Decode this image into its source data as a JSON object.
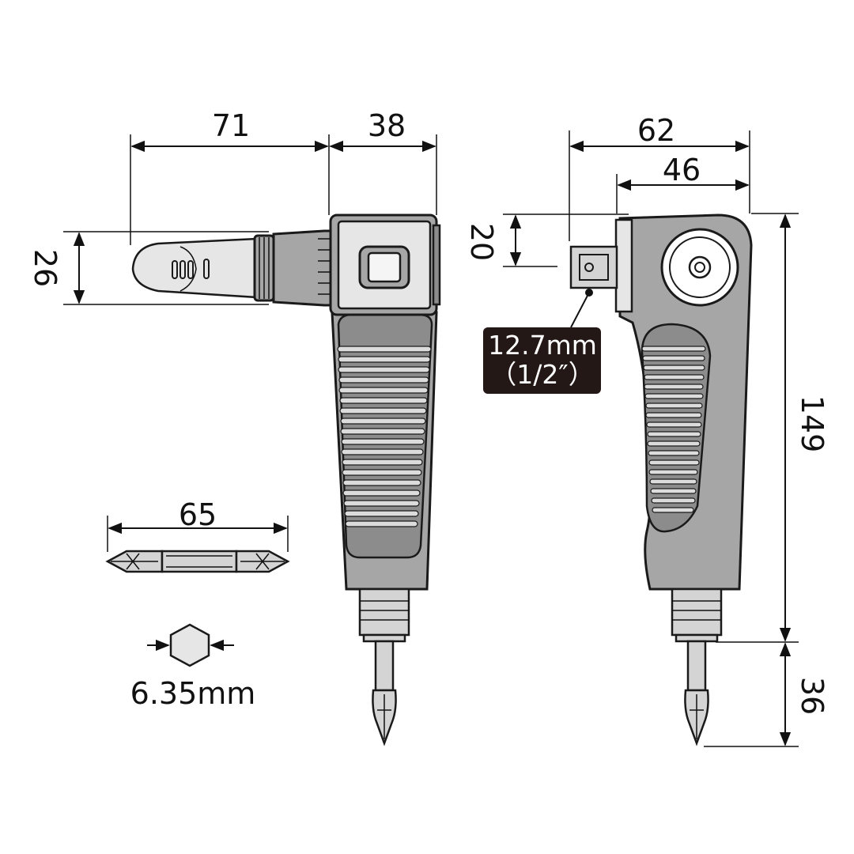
{
  "dimensions": {
    "arm_length": "71",
    "head_width": "38",
    "arm_diameter": "26",
    "bit_length": "65",
    "side_width": "62",
    "side_body_width": "46",
    "square_drive_offset": "20",
    "total_height": "149",
    "bit_protrusion": "36"
  },
  "labels": {
    "hex_size": "6.35mm",
    "square_drive_mm": "12.7mm",
    "square_drive_inch": "（1/2″）"
  },
  "colors": {
    "body": "#a6a6a6",
    "grip": "#8c8c8c",
    "callout_bg": "#231815",
    "line": "#111111"
  }
}
